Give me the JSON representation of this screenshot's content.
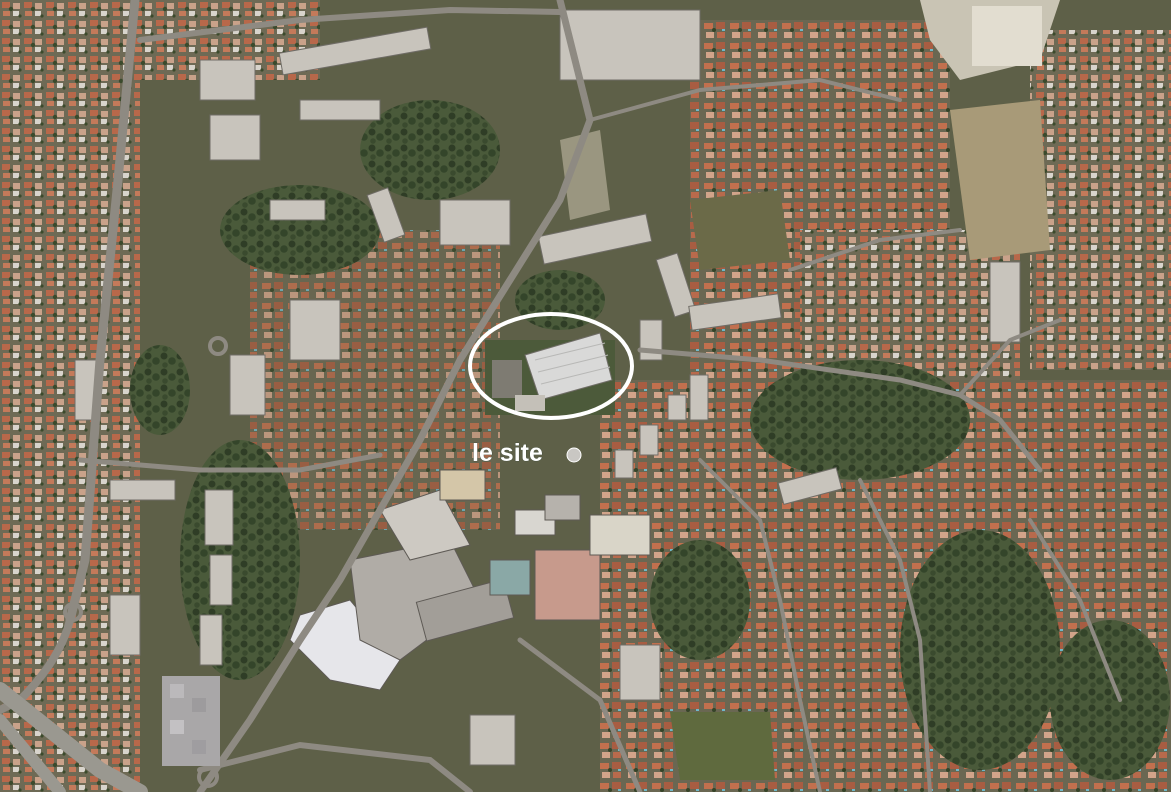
{
  "map": {
    "type": "aerial-photo",
    "annotation": {
      "label": "le site",
      "marker": "white-ellipse-outline",
      "color": "#ffffff"
    },
    "palette": {
      "vegetation": "#4a5a3a",
      "tree_dark": "#2f3d26",
      "roof_red": "#b8684a",
      "roof_light": "#d8d4cc",
      "road": "#8e8a82",
      "highway": "#9a9890",
      "field_dry": "#b8aa88"
    }
  }
}
